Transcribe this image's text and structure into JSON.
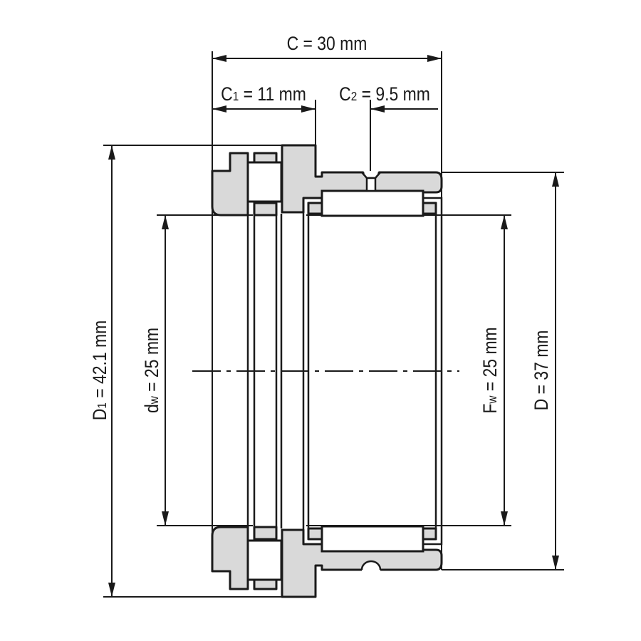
{
  "dimensions": {
    "C": {
      "symbol": "C",
      "sub": "",
      "text": " = 30 mm"
    },
    "C1": {
      "symbol": "C",
      "sub": "1",
      "text": " = 11 mm"
    },
    "C2": {
      "symbol": "C",
      "sub": "2",
      "text": " = 9.5 mm"
    },
    "D1": {
      "symbol": "D",
      "sub": "1",
      "text": " = 42.1 mm"
    },
    "dw": {
      "symbol": "d",
      "sub": "w",
      "text": " = 25 mm"
    },
    "Fw": {
      "symbol": "F",
      "sub": "w",
      "text": " = 25 mm"
    },
    "D": {
      "symbol": "D",
      "sub": "",
      "text": " = 37 mm"
    }
  },
  "colors": {
    "section_fill": "#d9d9d9",
    "line": "#1a1a1a"
  }
}
